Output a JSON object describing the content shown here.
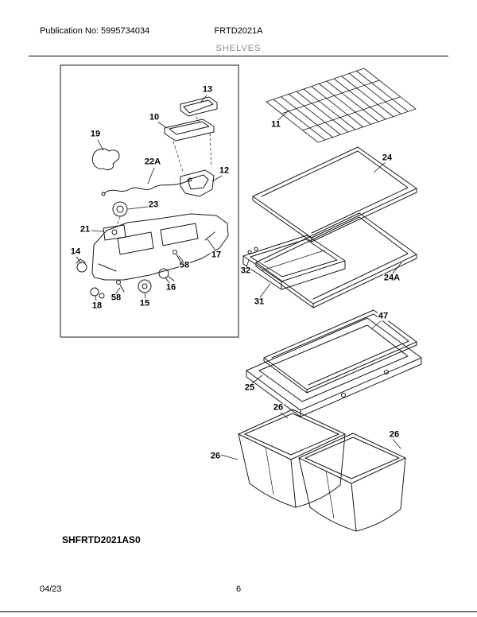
{
  "header": {
    "publication": "Publication No: 5995734034",
    "model": "FRTD2021A",
    "section_title": "SHELVES"
  },
  "diagram": {
    "code": "SHFRTD2021AS0"
  },
  "footer": {
    "date": "04/23",
    "page": "6"
  },
  "callouts": [
    {
      "label": "13"
    },
    {
      "label": "10"
    },
    {
      "label": "19"
    },
    {
      "label": "22A"
    },
    {
      "label": "12"
    },
    {
      "label": "23"
    },
    {
      "label": "21"
    },
    {
      "label": "14"
    },
    {
      "label": "17"
    },
    {
      "label": "58"
    },
    {
      "label": "16"
    },
    {
      "label": "58"
    },
    {
      "label": "15"
    },
    {
      "label": "18"
    },
    {
      "label": "11"
    },
    {
      "label": "24"
    },
    {
      "label": "32"
    },
    {
      "label": "24A"
    },
    {
      "label": "31"
    },
    {
      "label": "47"
    },
    {
      "label": "25"
    },
    {
      "label": "26"
    },
    {
      "label": "26"
    },
    {
      "label": "26"
    }
  ],
  "colors": {
    "title_gray": "#8a8a8a",
    "line_color": "#1a1a1a"
  }
}
